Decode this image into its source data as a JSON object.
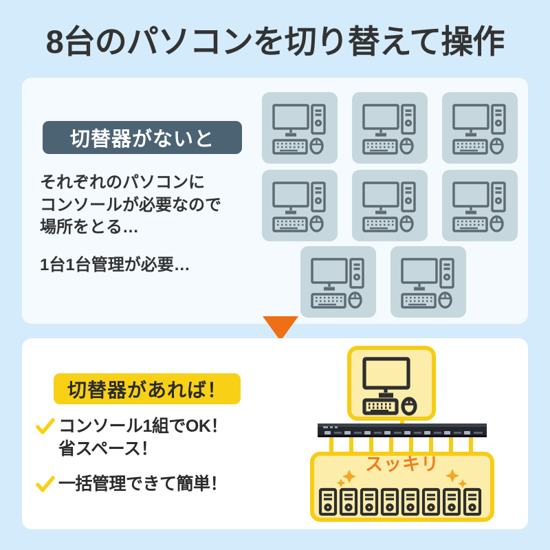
{
  "page": {
    "background_color": "#d4ebfb",
    "title": "8台のパソコンを切り替えて操作"
  },
  "panels": {
    "top": {
      "badge": {
        "label": "切替器がないと",
        "background_color": "#4c6373",
        "text_color": "#ffffff"
      },
      "body_lines": [
        "それぞれのパソコンに",
        "コンソールが必要なので",
        "場所をとる…"
      ],
      "body_line_2": "1台1台管理が必要…",
      "pc_tile_count": 8,
      "tile_rows": [
        3,
        3,
        2
      ],
      "tile_color": "#c6d7de",
      "tile_icon": "desktop-pc-icon"
    },
    "divider": {
      "arrow_icon": "down-arrow-icon",
      "arrow_color": "#ee6f16"
    },
    "bottom": {
      "badge": {
        "label": "切替器があれば！",
        "background_color": "#f8d117",
        "text_color": "#2b2b2b"
      },
      "checklist": [
        {
          "icon": "check-icon",
          "text": "コンソール1組でOK！\n省スペース！"
        },
        {
          "icon": "check-icon",
          "text": "一括管理できて簡単！"
        }
      ],
      "check_color": "#f8d117",
      "diagram": {
        "console_box_icon": "console-monitor-keyboard-mouse-icon",
        "switch_device_icon": "kvm-switch-rack-icon",
        "switch_port_count": 8,
        "cable_color": "#f8cc14",
        "sukkiri_label": "スッキリ",
        "sukkiri_color": "#f07c1a",
        "sparkle_icon": "sparkle-icon",
        "tower_count": 8,
        "box_fill_color": "#fcedaa",
        "box_border_color": "#f8cc14"
      }
    }
  }
}
